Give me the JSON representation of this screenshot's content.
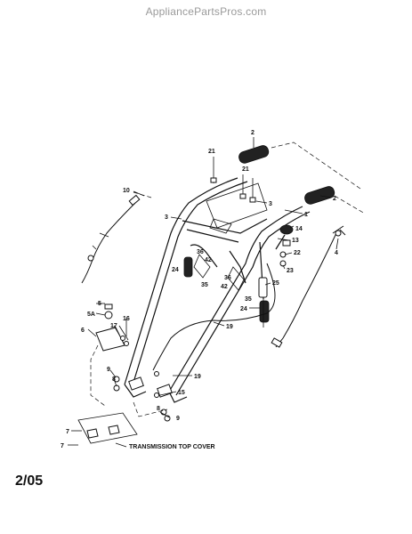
{
  "watermark": "AppliancePartsPros.com",
  "date_code": "2/05",
  "callouts": {
    "c1": "1",
    "c2a": "2",
    "c2b": "2",
    "c3a": "3",
    "c3b": "3",
    "c4": "4",
    "c5": "5",
    "c5a": "5A",
    "c6": "6",
    "c7a": "7",
    "c7b": "7",
    "c8a": "8",
    "c8b": "8",
    "c9a": "9",
    "c9b": "9",
    "c10": "10",
    "c13": "13",
    "c14": "14",
    "c15": "15",
    "c16": "16",
    "c17": "17",
    "c19a": "19",
    "c19b": "19",
    "c21a": "21",
    "c21b": "21",
    "c22": "22",
    "c23": "23",
    "c24a": "24",
    "c24b": "24",
    "c25": "25",
    "c35a": "35",
    "c35b": "35",
    "c36a": "36",
    "c36b": "36",
    "c42a": "42",
    "c42b": "42"
  },
  "transmission_label": "TRANSMISSION TOP COVER"
}
